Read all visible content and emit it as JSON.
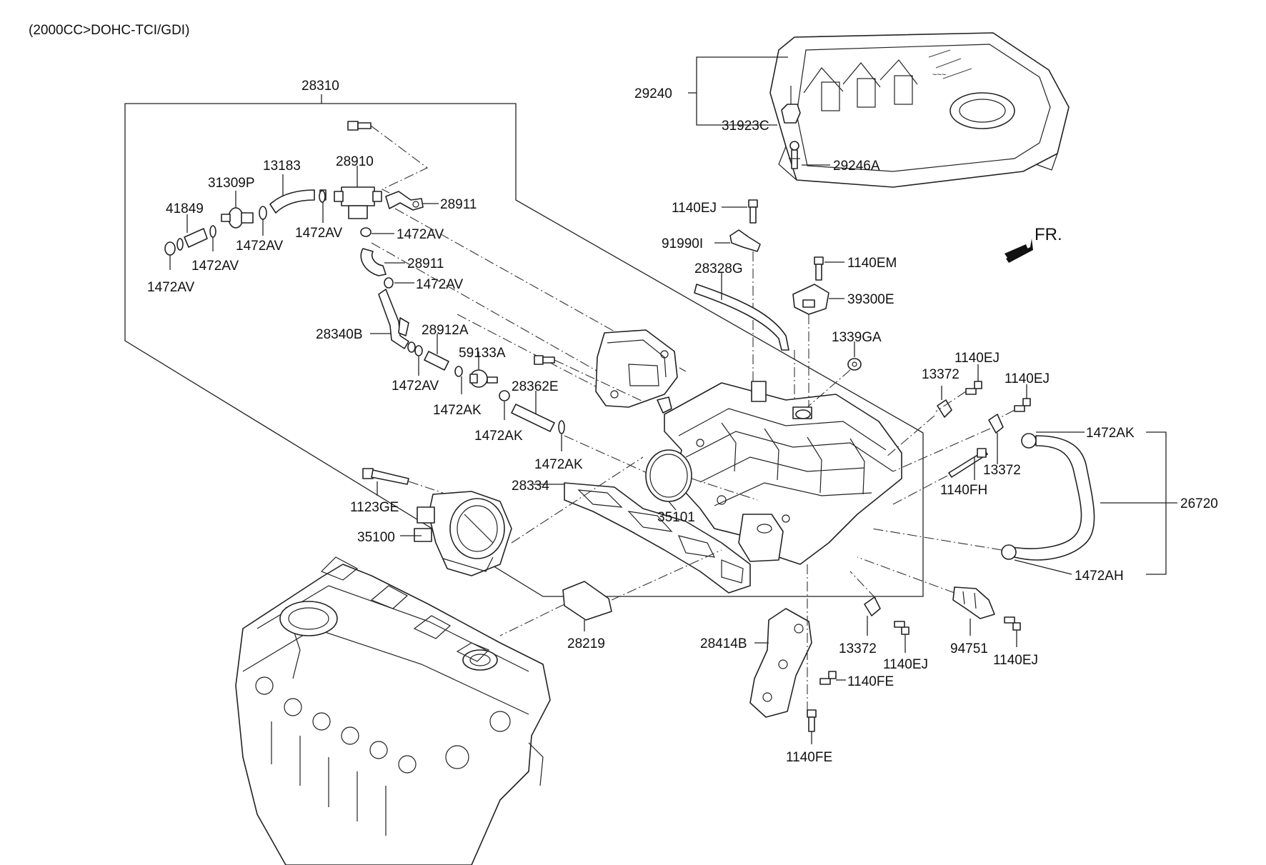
{
  "header": {
    "title": "(2000CC>DOHC-TCI/GDI)"
  },
  "direction": {
    "label": "FR."
  },
  "labels": {
    "p28310": "28310",
    "p29240": "29240",
    "p31923C": "31923C",
    "p29246A": "29246A",
    "p13183": "13183",
    "p28910": "28910",
    "p31309P": "31309P",
    "p41849": "41849",
    "p28911a": "28911",
    "p1472AV_a": "1472AV",
    "p1472AV_b": "1472AV",
    "p1472AV_c": "1472AV",
    "p1472AV_d": "1472AV",
    "p1472AV_e": "1472AV",
    "p28911b": "28911",
    "p1472AV_f": "1472AV",
    "p28340B": "28340B",
    "p28912A": "28912A",
    "p59133A": "59133A",
    "p1472AV_g": "1472AV",
    "p1472AK_a": "1472AK",
    "p28362E": "28362E",
    "p1472AK_b": "1472AK",
    "p1472AK_c": "1472AK",
    "p1140EJ_a": "1140EJ",
    "p91990I": "91990I",
    "p28328G": "28328G",
    "p1140EM": "1140EM",
    "p39300E": "39300E",
    "p1339GA": "1339GA",
    "p1140EJ_b": "1140EJ",
    "p13372_a": "13372",
    "p1140EJ_c": "1140EJ",
    "p1472AK_d": "1472AK",
    "p13372_b": "13372",
    "p1140FH": "1140FH",
    "p26720": "26720",
    "p1472AH": "1472AH",
    "p28334": "28334",
    "p1123GE": "1123GE",
    "p35101": "35101",
    "p35100": "35100",
    "p28219": "28219",
    "p28414B": "28414B",
    "p13372_c": "13372",
    "p1140EJ_d": "1140EJ",
    "p94751": "94751",
    "p1140EJ_e": "1140EJ",
    "p1140FE_a": "1140FE",
    "p1140FE_b": "1140FE"
  }
}
